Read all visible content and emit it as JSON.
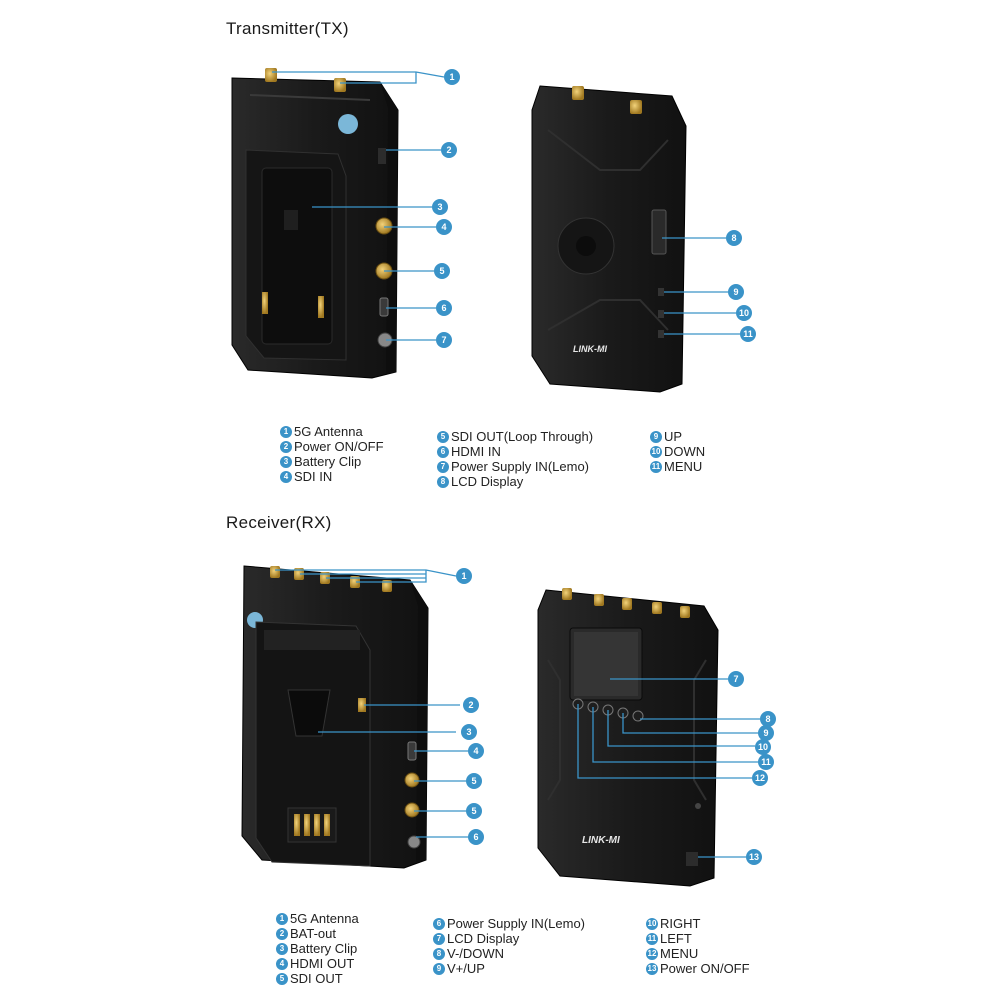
{
  "tx": {
    "title": "Transmitter(TX)",
    "brand": "LINK-MI",
    "callouts": [
      "1",
      "2",
      "3",
      "4",
      "5",
      "6",
      "7",
      "8",
      "9",
      "10",
      "11"
    ],
    "legend": {
      "col1": [
        {
          "num": "1",
          "label": "5G Antenna"
        },
        {
          "num": "2",
          "label": "Power ON/OFF"
        },
        {
          "num": "3",
          "label": "Battery Clip"
        },
        {
          "num": "4",
          "label": "SDI IN"
        }
      ],
      "col2": [
        {
          "num": "5",
          "label": "SDI OUT(Loop Through)"
        },
        {
          "num": "6",
          "label": "HDMI IN"
        },
        {
          "num": "7",
          "label": "Power Supply IN(Lemo)"
        },
        {
          "num": "8",
          "label": "LCD Display"
        }
      ],
      "col3": [
        {
          "num": "9",
          "label": "UP"
        },
        {
          "num": "10",
          "label": "DOWN"
        },
        {
          "num": "11",
          "label": "MENU"
        }
      ]
    }
  },
  "rx": {
    "title": "Receiver(RX)",
    "brand": "LINK-MI",
    "callouts": [
      "1",
      "2",
      "3",
      "4",
      "5",
      "5",
      "6",
      "7",
      "8",
      "9",
      "10",
      "11",
      "12",
      "13"
    ],
    "legend": {
      "col1": [
        {
          "num": "1",
          "label": "5G Antenna"
        },
        {
          "num": "2",
          "label": "BAT-out"
        },
        {
          "num": "3",
          "label": "Battery Clip"
        },
        {
          "num": "4",
          "label": "HDMI OUT"
        },
        {
          "num": "5",
          "label": "SDI OUT"
        }
      ],
      "col2": [
        {
          "num": "6",
          "label": "Power Supply IN(Lemo)"
        },
        {
          "num": "7",
          "label": "LCD Display"
        },
        {
          "num": "8",
          "label": "V-/DOWN"
        },
        {
          "num": "9",
          "label": "V+/UP"
        }
      ],
      "col3": [
        {
          "num": "10",
          "label": "RIGHT"
        },
        {
          "num": "11",
          "label": "LEFT"
        },
        {
          "num": "12",
          "label": "MENU"
        },
        {
          "num": "13",
          "label": "Power ON/OFF"
        }
      ]
    }
  },
  "colors": {
    "accent": "#3a93c8",
    "device": "#1c1c1c",
    "gold": "#c9a13a"
  }
}
